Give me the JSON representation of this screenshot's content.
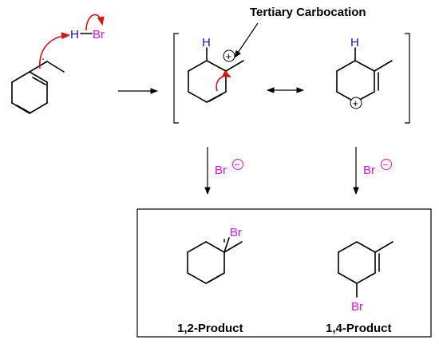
{
  "annotation": {
    "text": "Tertiary Carbocation"
  },
  "reagent": {
    "h": "H",
    "br": "Br"
  },
  "labels": {
    "h_left": "H",
    "h_right": "H",
    "plus": "+",
    "bromide": "Br",
    "minus": "−",
    "br_12": "Br",
    "br_14": "Br"
  },
  "products": {
    "p12": "1,2-Product",
    "p14": "1,4-Product"
  },
  "colors": {
    "hydrogen": "#1010d0",
    "bromine": "#e010e0",
    "electron_arrow": "#e01010"
  }
}
